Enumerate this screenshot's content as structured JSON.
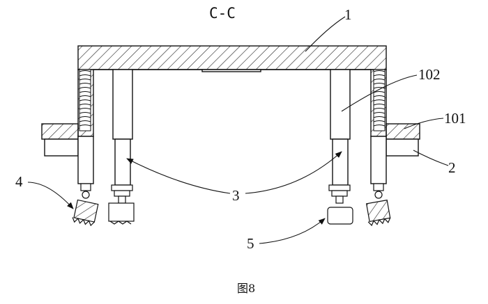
{
  "diagram": {
    "section_title": "C-C",
    "caption": "图8",
    "labels": {
      "part_1": "1",
      "part_102": "102",
      "part_101": "101",
      "part_2": "2",
      "part_3": "3",
      "part_4": "4",
      "part_5": "5"
    }
  }
}
